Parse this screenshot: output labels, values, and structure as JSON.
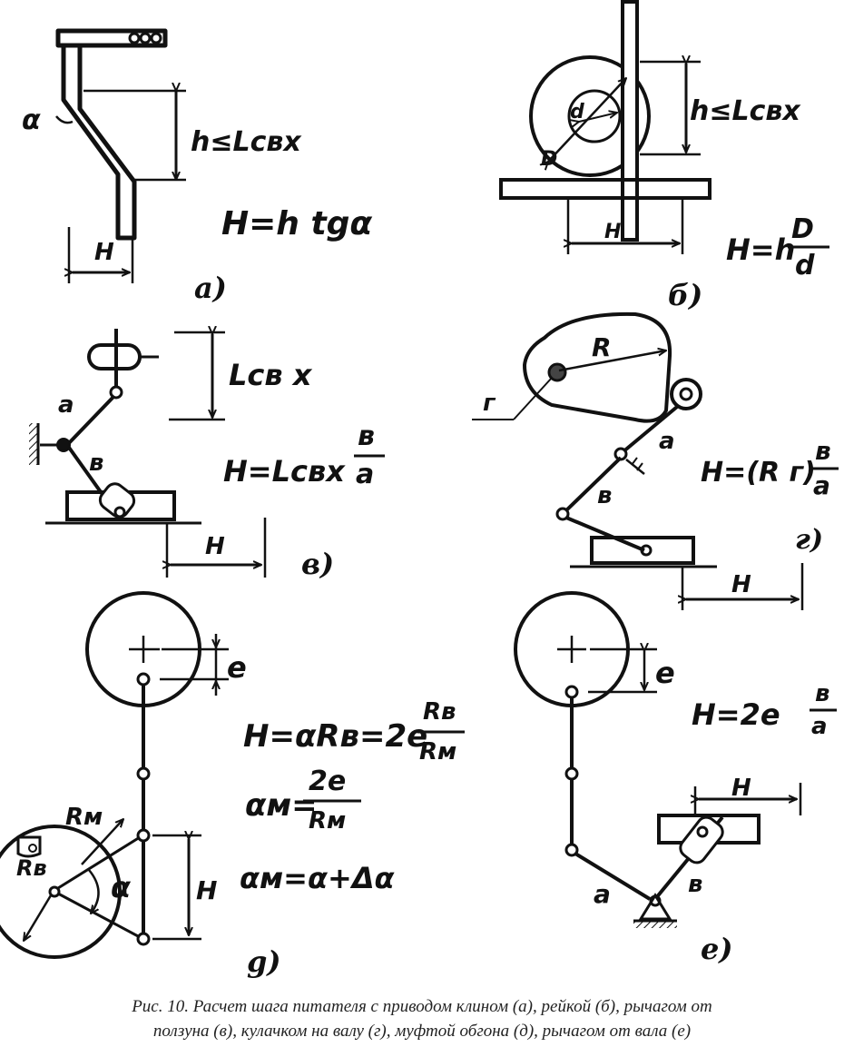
{
  "figure": {
    "panel_a": {
      "label": "а)",
      "angle_symbol": "α",
      "height_label": "h≤Lсвх",
      "stroke_label": "H",
      "formula": "H=h tgα"
    },
    "panel_b": {
      "label": "б)",
      "small_d": "d",
      "big_d": "D",
      "height_label": "h≤Lсвх",
      "stroke_label": "H",
      "formula_left": "H=h",
      "formula_num": "D",
      "formula_den": "d"
    },
    "panel_v": {
      "label": "в)",
      "arm_a": "a",
      "arm_b": "в",
      "travel_label": "Lсв х",
      "stroke_label": "H",
      "formula_left": "H=Lсвх",
      "formula_num": "в",
      "formula_den": "a"
    },
    "panel_g": {
      "label": "г)",
      "radius": "R",
      "pivot_r": "г",
      "arm_a": "a",
      "arm_b": "в",
      "stroke_label": "H",
      "formula_left": "H=(R г)",
      "formula_num": "в",
      "formula_den": "a"
    },
    "panel_d": {
      "label": "g)",
      "ecc": "e",
      "rm": "Rм",
      "rv": "Rв",
      "alpha": "α",
      "stroke_label": "H",
      "formula1": "H=αRв=2e",
      "formula1_num": "Rв",
      "formula1_den": "Rм",
      "formula2_left": "αм=",
      "formula2_num": "2e",
      "formula2_den": "Rм",
      "formula3": "αм=α+Δα"
    },
    "panel_e": {
      "label": "e)",
      "ecc": "e",
      "arm_a": "a",
      "arm_b": "в",
      "stroke_label": "H",
      "formula_left": "H=2e",
      "formula_num": "в",
      "formula_den": "a"
    }
  },
  "caption": {
    "line1": "Рис. 10. Расчет шага питателя с приводом клином (а), рейкой (б), рычагом от",
    "line2": "ползуна (в), кулачком на валу (г), муфтой обгона (д), рычагом от вала (е)"
  }
}
